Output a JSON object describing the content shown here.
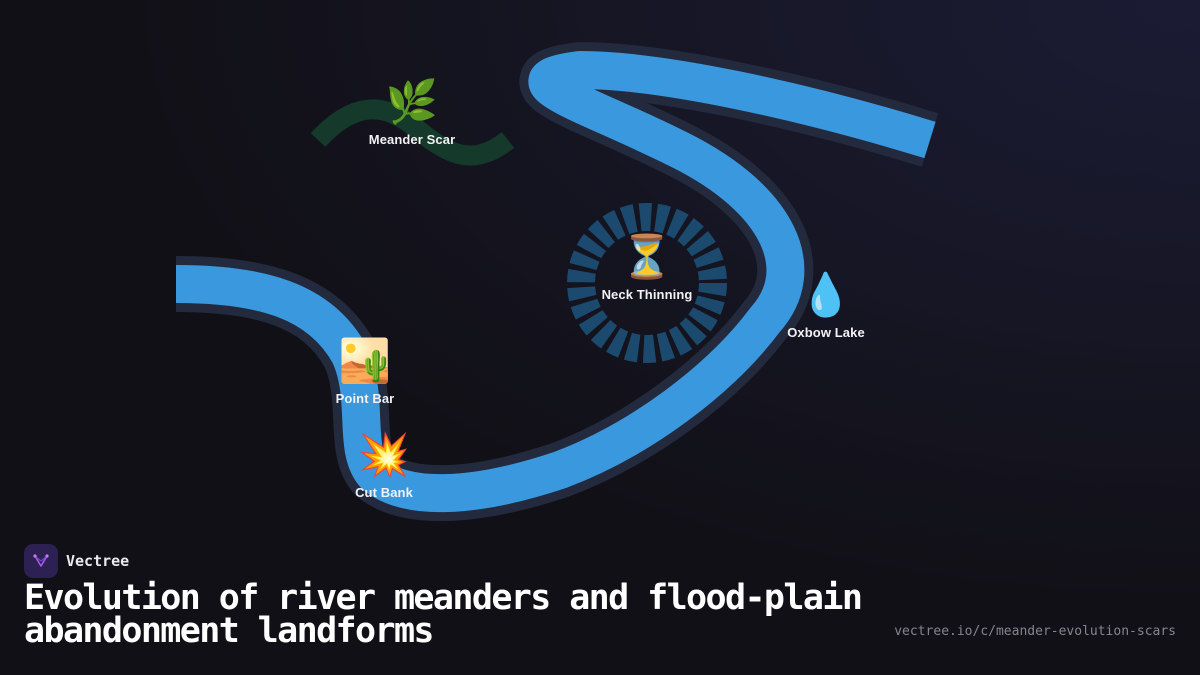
{
  "brand": {
    "name": "Vectree",
    "logo_icon": "vectree-logo-icon"
  },
  "title": "Evolution of river meanders and flood-plain abandonment landforms",
  "url": "vectree.io/c/meander-evolution-scars",
  "colors": {
    "background": "#111016",
    "river": "#3a98de",
    "river_outline": "#232a3d",
    "scar": "#15392a",
    "neck_ring": "#1c4a6e",
    "label": "#f2f2f5",
    "brand_accent": "#a45cf0"
  },
  "nodes": {
    "meander_scar": {
      "icon": "🌿",
      "icon_name": "herb-icon",
      "label": "Meander Scar"
    },
    "neck_thinning": {
      "icon": "⏳",
      "icon_name": "hourglass-icon",
      "label": "Neck Thinning"
    },
    "oxbow_lake": {
      "icon": "💧",
      "icon_name": "droplet-icon",
      "label": "Oxbow Lake"
    },
    "point_bar": {
      "icon": "🏜️",
      "icon_name": "desert-icon",
      "label": "Point Bar"
    },
    "cut_bank": {
      "icon": "💥",
      "icon_name": "collision-icon",
      "label": "Cut Bank"
    }
  }
}
